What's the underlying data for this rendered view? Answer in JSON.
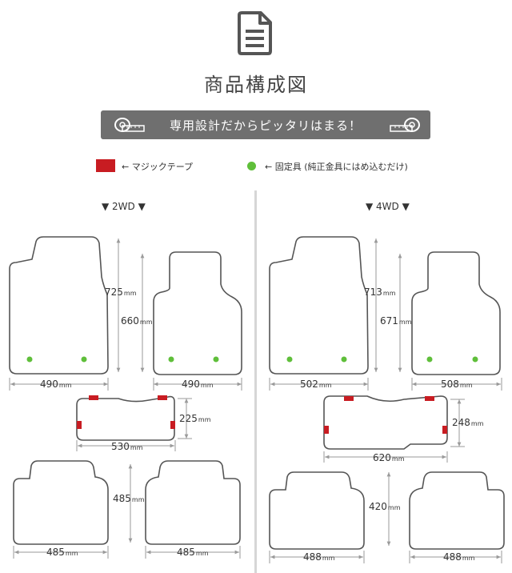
{
  "header": {
    "icon": "document-icon",
    "title": "商品構成図"
  },
  "banner": {
    "text": "専用設計だからピッタリはまる！",
    "left_icon": "tape-measure-icon",
    "right_icon": "tape-measure-icon"
  },
  "legend": {
    "tape_label": "← マジックテープ",
    "tape_color": "#c81c22",
    "clip_label": "← 固定具 (純正金具にはめ込むだけ)",
    "clip_color": "#5fbf3a"
  },
  "unit": "mm",
  "sections": {
    "wd2": {
      "label": "▼ 2WD ▼",
      "driver_height": "725",
      "passenger_height": "660",
      "driver_width": "490",
      "passenger_width": "490",
      "center_height": "225",
      "center_width": "530",
      "rear_height": "485",
      "rear_left_width": "485",
      "rear_right_width": "485"
    },
    "wd4": {
      "label": "▼ 4WD ▼",
      "driver_height": "713",
      "passenger_height": "671",
      "driver_width": "502",
      "passenger_width": "508",
      "center_height": "248",
      "center_width": "620",
      "rear_height": "420",
      "rear_left_width": "488",
      "rear_right_width": "488"
    }
  },
  "colors": {
    "mat_outline": "#555555",
    "dimension_line": "#9a9a9a",
    "banner_bg": "#6f6f6f"
  }
}
